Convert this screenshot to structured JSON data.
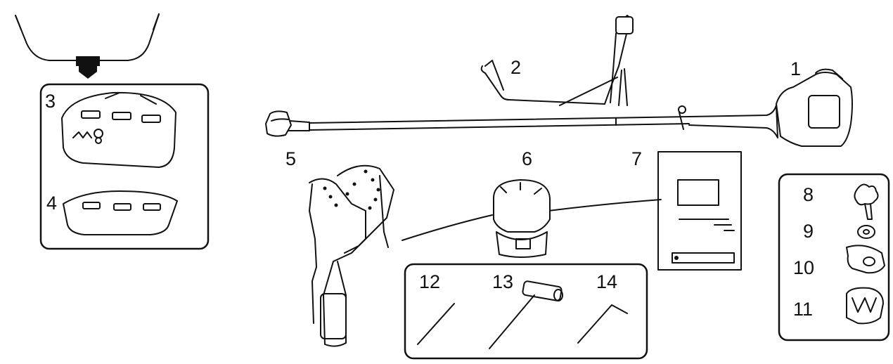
{
  "parts": [
    {
      "label": "1"
    },
    {
      "label": "2"
    },
    {
      "label": "3"
    },
    {
      "label": "4"
    },
    {
      "label": "5"
    },
    {
      "label": "6"
    },
    {
      "label": "7"
    },
    {
      "label": "8"
    },
    {
      "label": "9"
    },
    {
      "label": "10"
    },
    {
      "label": "11"
    },
    {
      "label": "12"
    },
    {
      "label": "13"
    },
    {
      "label": "14"
    }
  ]
}
